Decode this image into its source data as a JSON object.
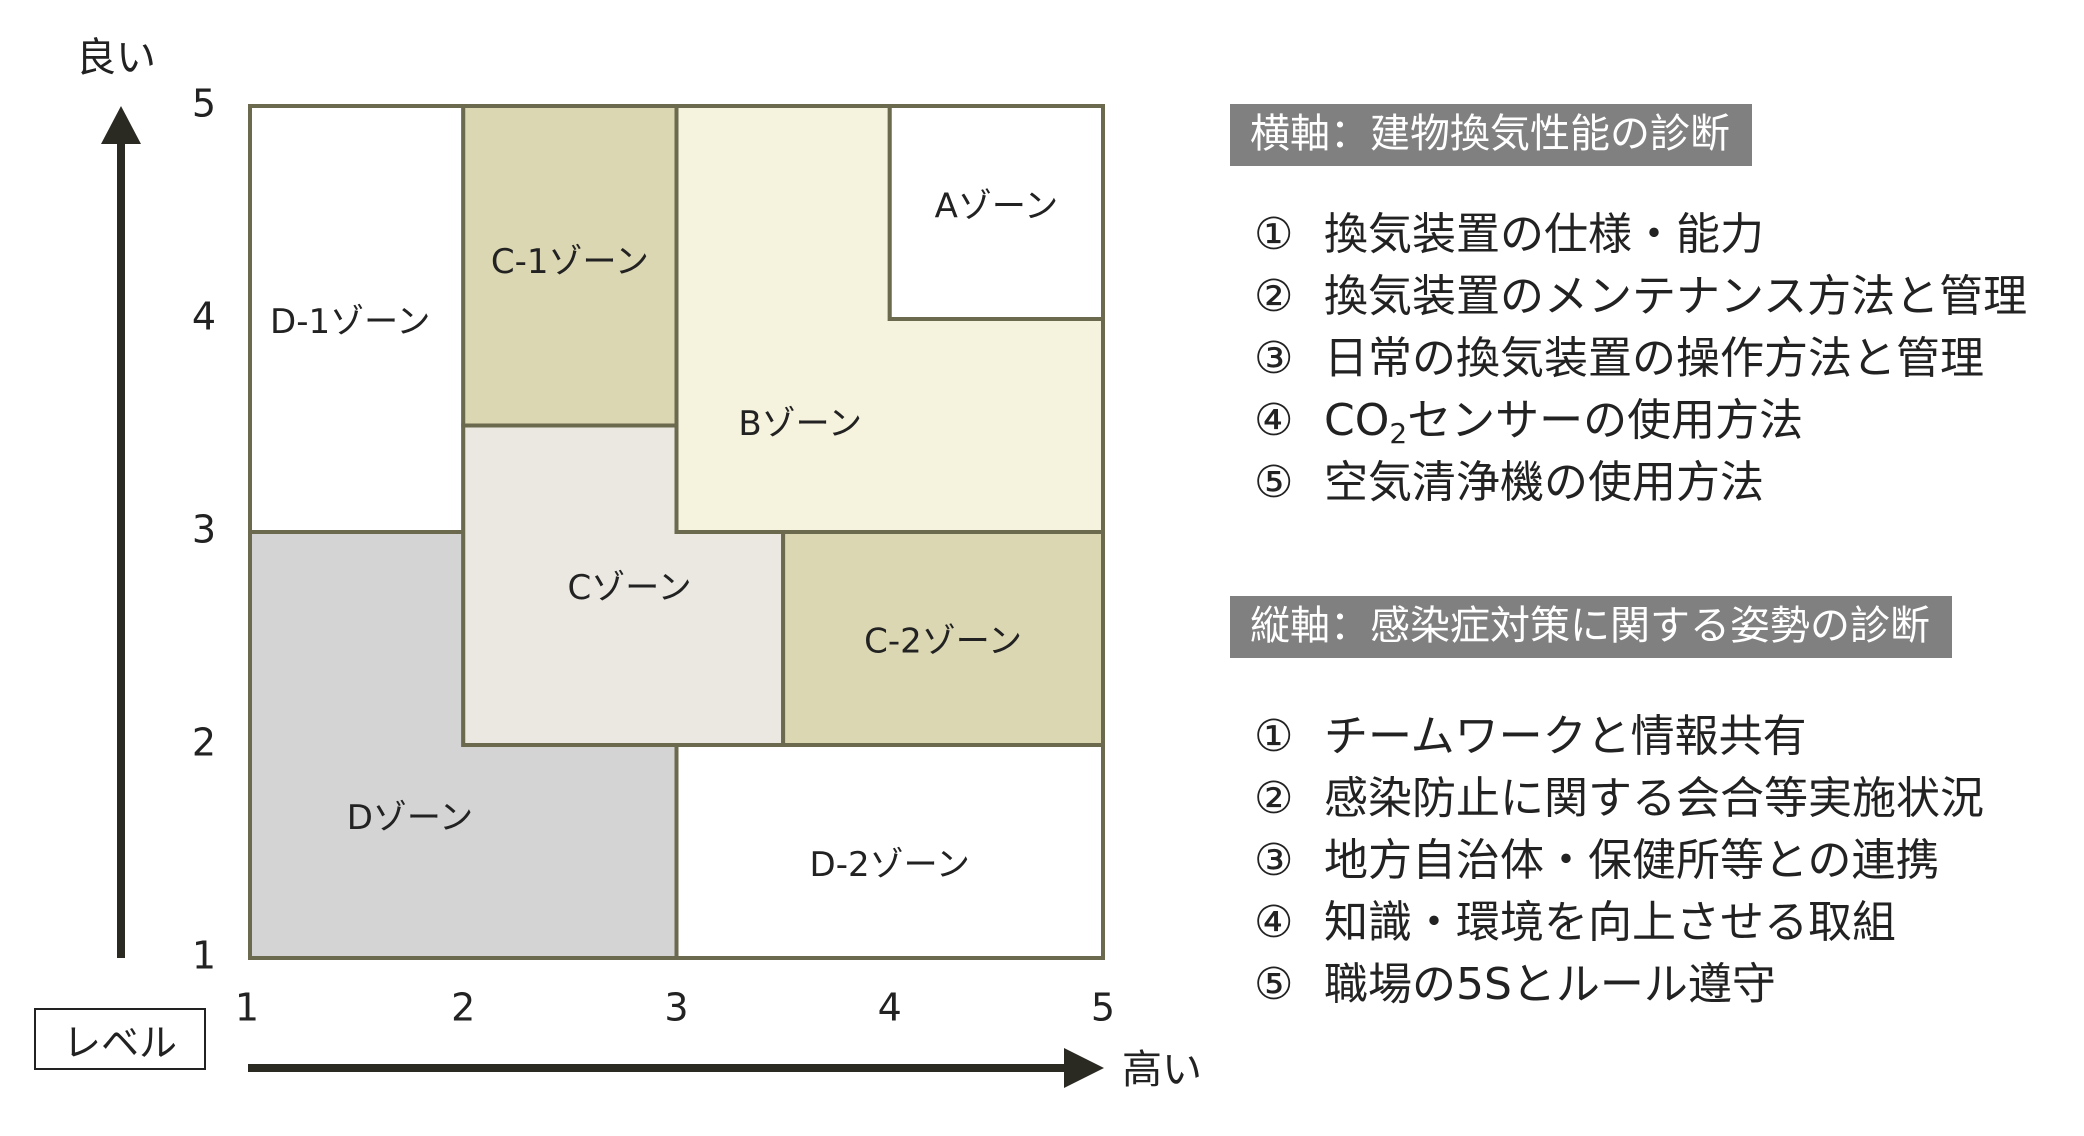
{
  "chart_data": {
    "type": "table",
    "x_axis": {
      "ticks": [
        "1",
        "2",
        "3",
        "4",
        "5"
      ],
      "end_label": "高い",
      "range": [
        1,
        5
      ]
    },
    "y_axis": {
      "ticks": [
        "1",
        "2",
        "3",
        "4",
        "5"
      ],
      "end_label": "良い",
      "range": [
        1,
        5
      ]
    },
    "level_label": "レベル",
    "zones": [
      {
        "label": "Dゾーン",
        "fill": "#d4d4d4",
        "points": [
          [
            1,
            1
          ],
          [
            3,
            1
          ],
          [
            3,
            2
          ],
          [
            2,
            2
          ],
          [
            2,
            3
          ],
          [
            1,
            3
          ]
        ],
        "label_at": [
          1.75,
          1.65
        ]
      },
      {
        "label": "D-2ゾーン",
        "fill": "#ffffff",
        "points": [
          [
            3,
            1
          ],
          [
            5,
            1
          ],
          [
            5,
            2
          ],
          [
            3,
            2
          ]
        ],
        "label_at": [
          4.0,
          1.43
        ]
      },
      {
        "label": "D-1ゾーン",
        "fill": "#ffffff",
        "points": [
          [
            1,
            3
          ],
          [
            2,
            3
          ],
          [
            2,
            5
          ],
          [
            1,
            5
          ]
        ],
        "label_at": [
          1.47,
          3.98
        ]
      },
      {
        "label": "Cゾーン",
        "fill": "#ebe8e2",
        "points": [
          [
            2,
            2
          ],
          [
            3.5,
            2
          ],
          [
            3.5,
            3
          ],
          [
            3,
            3
          ],
          [
            3,
            3.5
          ],
          [
            2,
            3.5
          ]
        ],
        "label_at": [
          2.78,
          2.73
        ]
      },
      {
        "label": "C-2ゾーン",
        "fill": "#dbd7b3",
        "points": [
          [
            3.5,
            2
          ],
          [
            5,
            2
          ],
          [
            5,
            3
          ],
          [
            3.5,
            3
          ]
        ],
        "label_at": [
          4.25,
          2.48
        ]
      },
      {
        "label": "C-1ゾーン",
        "fill": "#dbd7b3",
        "points": [
          [
            2,
            3.5
          ],
          [
            3,
            3.5
          ],
          [
            3,
            5
          ],
          [
            2,
            5
          ]
        ],
        "label_at": [
          2.5,
          4.26
        ]
      },
      {
        "label": "Bゾーン",
        "fill": "#f5f2dd",
        "points": [
          [
            3,
            3
          ],
          [
            5,
            3
          ],
          [
            5,
            4
          ],
          [
            4,
            4
          ],
          [
            4,
            5
          ],
          [
            3,
            5
          ]
        ],
        "label_at": [
          3.58,
          3.5
        ]
      },
      {
        "label": "Aゾーン",
        "fill": "#ffffff",
        "points": [
          [
            4,
            4
          ],
          [
            5,
            4
          ],
          [
            5,
            5
          ],
          [
            4,
            5
          ]
        ],
        "label_at": [
          4.5,
          4.52
        ]
      }
    ]
  },
  "horizontal_panel": {
    "heading": "横軸：建物換気性能の診断",
    "items": [
      {
        "num": "①",
        "text": "換気装置の仕様・能力"
      },
      {
        "num": "②",
        "text": "換気装置のメンテナンス方法と管理"
      },
      {
        "num": "③",
        "text": "日常の換気装置の操作方法と管理"
      },
      {
        "num": "④",
        "text_pre": "CO",
        "text_sub": "2",
        "text_post": "センサーの使用方法"
      },
      {
        "num": "⑤",
        "text": "空気清浄機の使用方法"
      }
    ]
  },
  "vertical_panel": {
    "heading": "縦軸：感染症対策に関する姿勢の診断",
    "items": [
      {
        "num": "①",
        "text": "チームワークと情報共有"
      },
      {
        "num": "②",
        "text": "感染防止に関する会合等実施状況"
      },
      {
        "num": "③",
        "text": "地方自治体・保健所等との連携"
      },
      {
        "num": "④",
        "text": "知識・環境を向上させる取組"
      },
      {
        "num": "⑤",
        "text": "職場の5Sとルール遵守"
      }
    ]
  },
  "colors": {
    "border": "#6b6a4e",
    "arrow": "#2b2a22",
    "heading_bg": "#808080"
  }
}
